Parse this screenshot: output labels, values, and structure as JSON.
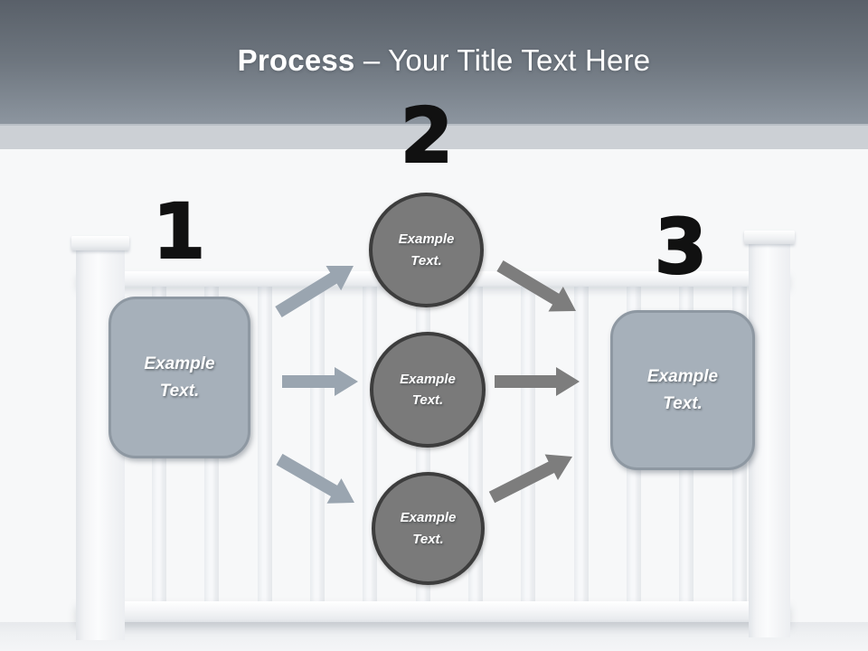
{
  "title": {
    "emphasis": "Process",
    "rest": "– Your Title Text Here"
  },
  "steps": {
    "one": {
      "number": "1",
      "box_label": "Example Text."
    },
    "two": {
      "number": "2",
      "circle_labels": [
        "Example Text.",
        "Example Text.",
        "Example Text."
      ]
    },
    "three": {
      "number": "3",
      "box_label": "Example Text."
    }
  },
  "colors": {
    "header-top": "#596069",
    "header-bottom": "#8c959f",
    "accent-band": "#ccd0d5",
    "canvas-bg": "#f7f8f9",
    "box-fill": "#a6b0ba",
    "box-border": "#8e98a2",
    "circle-fill": "#7a7a7a",
    "circle-border": "#3d3d3d",
    "arrow-left": "#9aa5b0",
    "arrow-right": "#7d7d7d",
    "number-ink": "#111111",
    "title-ink": "#ffffff"
  }
}
